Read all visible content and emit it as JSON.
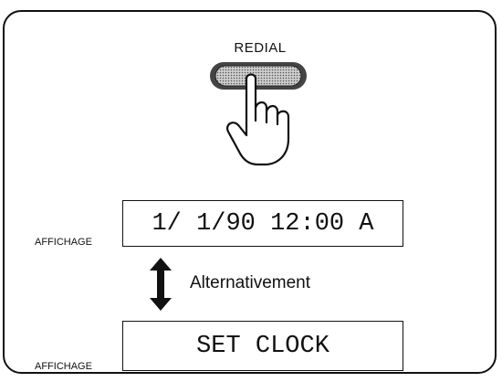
{
  "button": {
    "label": "REDIAL",
    "icon": "hand-pressing-button-icon"
  },
  "display_primary": {
    "label": "AFFICHAGE",
    "text": "1/ 1/90 12:00 A"
  },
  "alternation": {
    "text": "Alternativement",
    "icon": "double-arrow-icon"
  },
  "display_secondary": {
    "label": "AFFICHAGE",
    "text": "SET CLOCK"
  }
}
